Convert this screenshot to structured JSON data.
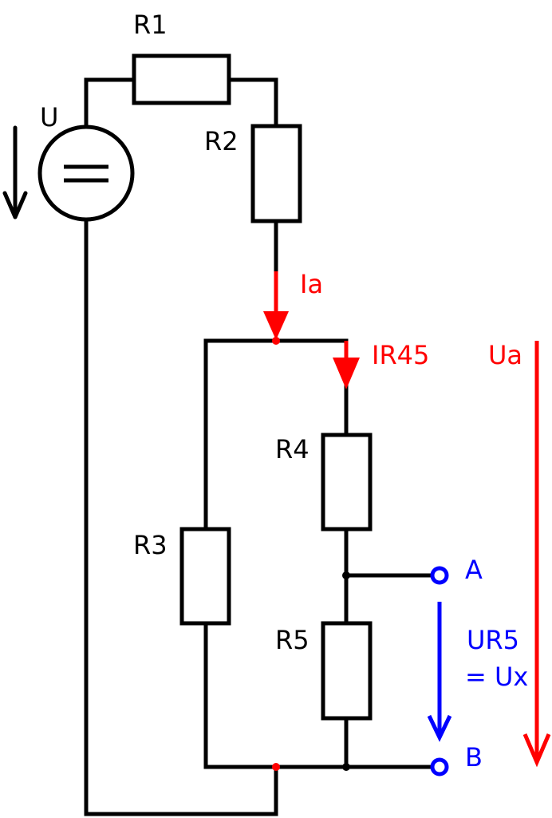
{
  "labels": {
    "r1": "R1",
    "r2": "R2",
    "r3": "R3",
    "r4": "R4",
    "r5": "R5",
    "u": "U",
    "ia": "Ia",
    "ir45": "IR45",
    "ua": "Ua",
    "terminal_a": "A",
    "terminal_b": "B",
    "ur5_line1": "UR5",
    "ur5_line2": "= Ux"
  },
  "colors": {
    "wire": "#000000",
    "current": "#ff0000",
    "output": "#0000ff"
  }
}
